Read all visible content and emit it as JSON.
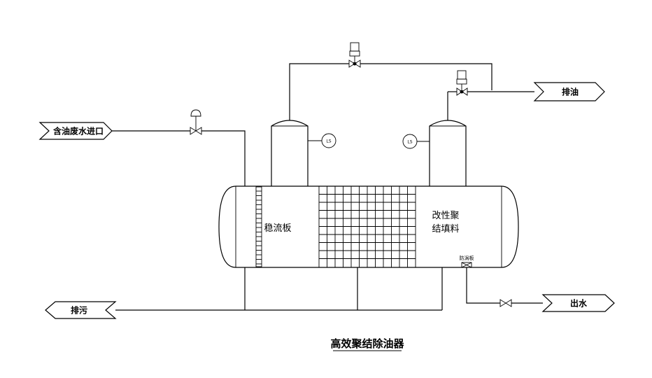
{
  "title": "高效聚结除油器",
  "streams": {
    "inlet": "含油废水进口",
    "oil_outlet": "排油",
    "sewage": "排污",
    "water_outlet": "出水"
  },
  "internals": {
    "stabilizer": "稳流板",
    "packing_line1": "改性聚",
    "packing_line2": "结填料",
    "vortex_breaker": "防涡板"
  },
  "instruments": {
    "level_switch_left": "LS",
    "level_switch_right": "LS"
  }
}
